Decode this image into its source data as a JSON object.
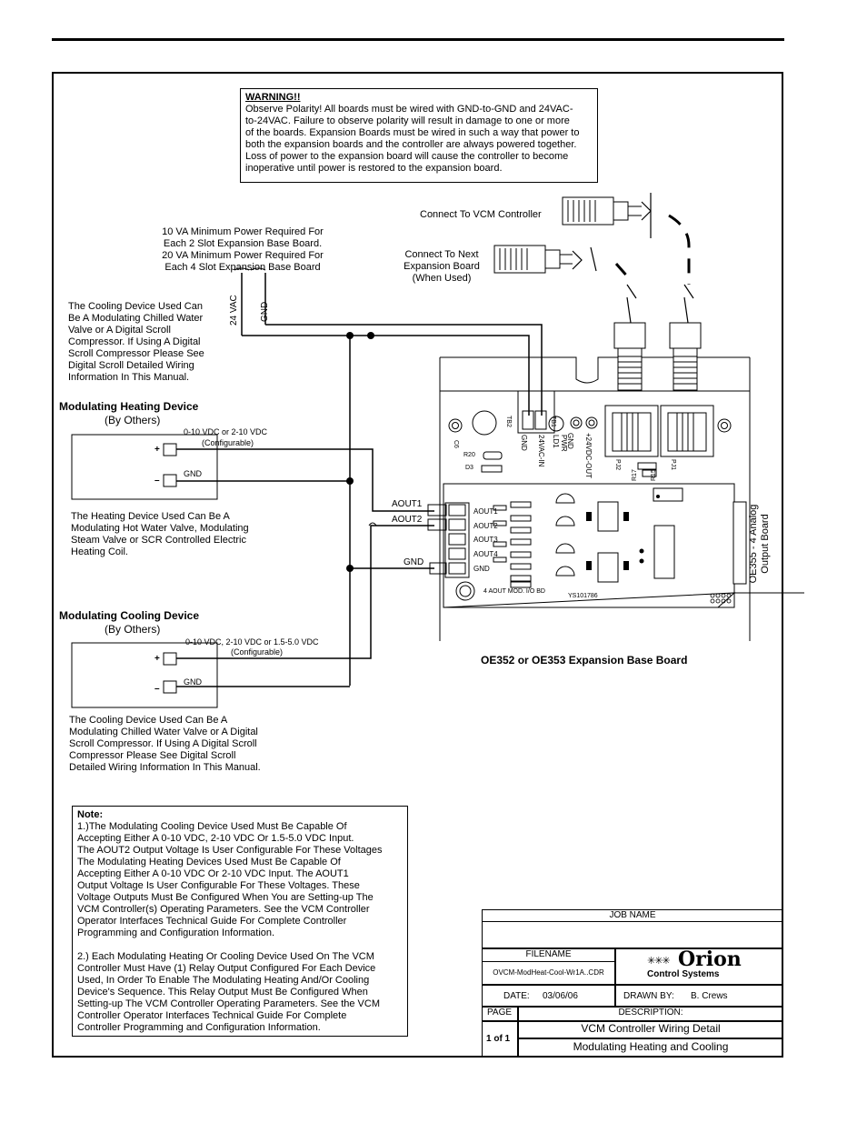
{
  "warning": {
    "title": "WARNING!!",
    "lines": [
      "Observe Polarity! All boards must be wired with GND-to-GND and 24VAC-",
      "to-24VAC. Failure to observe polarity will result in damage to one or more",
      "of the boards. Expansion Boards must be wired in such a way that power to",
      "both the expansion boards and the controller are always powered together.",
      "Loss of power to the expansion board will cause the controller to become",
      "inoperative until power is restored to the expansion board."
    ]
  },
  "connectors": {
    "vcm": "Connect To VCM Controller",
    "next": [
      "Connect To Next",
      "Expansion Board",
      "(When Used)"
    ]
  },
  "power_note": [
    "10 VA Minimum Power Required For",
    "Each 2 Slot Expansion Base Board.",
    "20 VA Minimum Power Required For",
    "Each 4 Slot Expansion Base Board"
  ],
  "power_labels": {
    "vac": "24 VAC",
    "gnd": "GND"
  },
  "cooling_device_top_note": [
    "The Cooling Device Used Can",
    "Be A Modulating Chilled Water",
    "Valve or A Digital Scroll",
    "Compressor. If Using A Digital",
    "Scroll Compressor Please See",
    "Digital Scroll Detailed Wiring",
    "Information In This Manual."
  ],
  "heating_device": {
    "title": "Modulating Heating Device",
    "by": "(By Others)",
    "signal": "0-10 VDC or 2-10 VDC",
    "configurable": "(Configurable)",
    "plus": "+",
    "minus": "–",
    "gnd": "GND",
    "note": [
      "The Heating Device Used Can Be A",
      "Modulating Hot Water Valve, Modulating",
      "Steam Valve or SCR Controlled Electric",
      "Heating Coil."
    ]
  },
  "cooling_device": {
    "title": "Modulating Cooling Device",
    "by": "(By Others)",
    "signal": "0-10 VDC, 2-10 VDC or 1.5-5.0 VDC",
    "configurable": "(Configurable)",
    "plus": "+",
    "minus": "–",
    "gnd": "GND",
    "note": [
      "The Cooling Device Used Can Be A",
      "Modulating Chilled Water Valve or A Digital",
      "Scroll Compressor. If Using A Digital Scroll",
      "Compressor Please See Digital Scroll",
      "Detailed Wiring  Information In This Manual."
    ]
  },
  "wire_labels": {
    "aout1": "AOUT1",
    "aout2": "AOUT2",
    "gnd": "GND"
  },
  "board": {
    "base_label": "OE352 or OE353 Expansion Base Board",
    "output_board": [
      "OE355 - 4 Analog",
      "Output Board"
    ],
    "terminals": [
      "AOUT1",
      "AOUT2",
      "AOUT3",
      "AOUT4",
      "GND"
    ],
    "mod_label": "4 AOUT MOD. I/O BD",
    "part_no": "YS101786",
    "tb2": "TB2",
    "tb1": "TB1",
    "c6": "C6",
    "r20": "R20",
    "d3": "D3",
    "pj2": "PJ2",
    "pj1": "PJ1",
    "r17": "R17",
    "r15": "R15",
    "silk_gnd": "GND",
    "silk_24vac": "24VAC-IN",
    "silk_ld1": "LD1",
    "silk_pwr": "PWR",
    "silk_24vdc": "+24VDC-OUT",
    "silk_gnd2": "GND"
  },
  "note": {
    "title": "Note:",
    "lines": [
      "1.)The Modulating Cooling Device Used Must Be Capable Of",
      "Accepting  Either A 0-10 VDC, 2-10 VDC Or 1.5-5.0 VDC Input.",
      "The AOUT2 Output Voltage Is User Configurable For These Voltages",
      "The Modulating Heating Devices Used Must Be Capable Of",
      "Accepting  Either A 0-10 VDC  Or 2-10 VDC Input. The AOUT1",
      "Output Voltage Is User Configurable For These Voltages. These",
      "Voltage Outputs Must Be Configured When You are Setting-up The",
      "VCM Controller(s) Operating Parameters. See the VCM Controller",
      "Operator Interfaces Technical Guide For Complete Controller",
      "Programming and Configuration Information.",
      "",
      "2.) Each Modulating Heating Or Cooling Device Used On The VCM",
      "Controller Must Have (1) Relay Output  Configured For Each Device",
      "Used, In Order To Enable The Modulating Heating And/Or Cooling",
      "Device's Sequence. This Relay  Output Must Be Configured When",
      "Setting-up The VCM Controller Operating Parameters. See the VCM",
      "Controller Operator Interfaces Technical Guide For Complete",
      "Controller Programming and Configuration Information."
    ]
  },
  "title_block": {
    "job_name_label": "JOB NAME",
    "filename_label": "FILENAME",
    "filename": "OVCM-ModHeat-Cool-Wr1A..CDR",
    "date_label": "DATE:",
    "date": "03/06/06",
    "drawn_by_label": "DRAWN BY:",
    "drawn_by": "B. Crews",
    "page_label": "PAGE",
    "page": "1 of 1",
    "description_label": "DESCRIPTION:",
    "description_1": "VCM Controller Wiring Detail",
    "description_2": "Modulating Heating and Cooling",
    "logo_name": "Orion",
    "logo_sub": "Control Systems",
    "logo_stars": "✳✳✳"
  }
}
